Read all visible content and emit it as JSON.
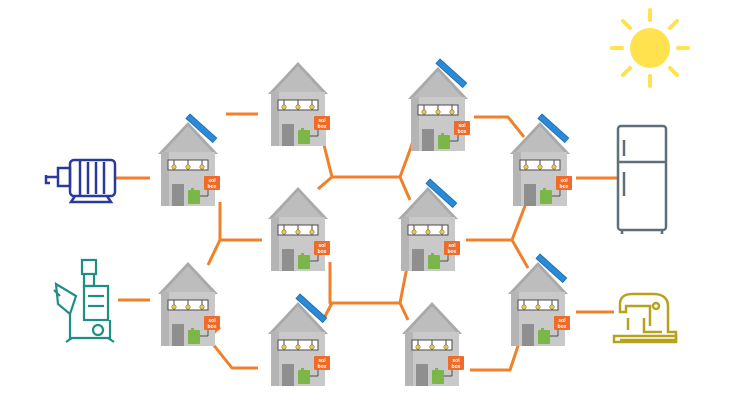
{
  "diagram": {
    "solbox_label_line1": "sol",
    "solbox_label_line2": "box",
    "houses": [
      {
        "id": "house-1",
        "solar_panel": true
      },
      {
        "id": "house-2",
        "solar_panel": false
      },
      {
        "id": "house-3",
        "solar_panel": true
      },
      {
        "id": "house-4",
        "solar_panel": true
      },
      {
        "id": "house-5",
        "solar_panel": false
      },
      {
        "id": "house-6",
        "solar_panel": true
      },
      {
        "id": "house-7",
        "solar_panel": false
      },
      {
        "id": "house-8",
        "solar_panel": true
      },
      {
        "id": "house-9",
        "solar_panel": false
      },
      {
        "id": "house-10",
        "solar_panel": true
      }
    ],
    "appliances": [
      "electric-motor",
      "industrial-machine",
      "refrigerator",
      "sewing-machine"
    ],
    "colors": {
      "grid_line": "#f0812a",
      "house_wall": "#c9c9c9",
      "house_roof": "#a9a9a9",
      "house_dark": "#8f8f8f",
      "solbox": "#f06a2a",
      "battery": "#7ab648",
      "solar_panel": "#2a8ad6",
      "sun": "#ffe24d",
      "motor": "#2b3a9a",
      "machine": "#1f8f86",
      "fridge": "#606e78",
      "sewing": "#b5a31d"
    }
  }
}
